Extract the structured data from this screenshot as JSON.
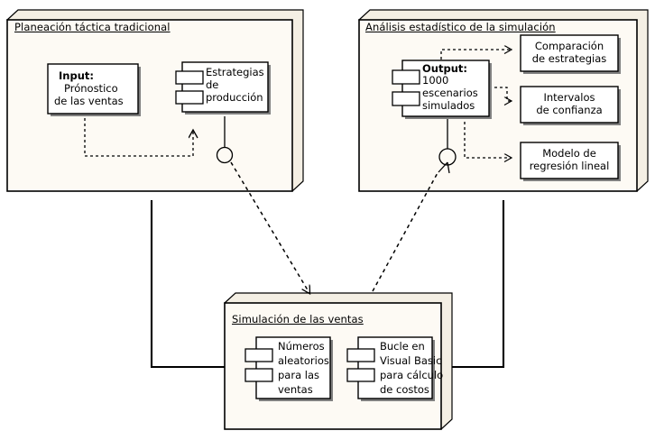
{
  "diagram": {
    "type": "uml-package-component-diagram",
    "background_color": "#ffffff",
    "package_fill": "#fdfaf4",
    "package_side_fill": "#f4efe4",
    "node_fill": "#ffffff",
    "line_color": "#000000",
    "shadow_color": "#808080"
  },
  "packages": [
    {
      "id": "planeacion",
      "name": "Planeación táctica tradicional",
      "nodes": [
        {
          "id": "input-pronostico",
          "kind": "box",
          "lines": [
            "Input:",
            "Prónostico",
            "de las ventas"
          ],
          "bold_first_line": true
        },
        {
          "id": "estrategias-produccion",
          "kind": "component",
          "lines": [
            "Estrategias",
            "de",
            "producción"
          ],
          "bold_first_line": false
        }
      ],
      "interface": {
        "id": "estrategias-lollipop",
        "kind": "lollipop"
      }
    },
    {
      "id": "analisis",
      "name": "Análisis estadístico de la simulación",
      "nodes": [
        {
          "id": "output-escenarios",
          "kind": "component",
          "lines": [
            "Output:",
            "1000",
            "escenarios",
            "simulados"
          ],
          "bold_first_line": true
        },
        {
          "id": "comparacion-estrategias",
          "kind": "box",
          "lines": [
            "Comparación",
            "de estrategias"
          ],
          "bold_first_line": false
        },
        {
          "id": "intervalos-confianza",
          "kind": "box",
          "lines": [
            "Intervalos",
            "de confianza"
          ],
          "bold_first_line": false
        },
        {
          "id": "modelo-regresion",
          "kind": "box",
          "lines": [
            "Modelo de",
            "regresión lineal"
          ],
          "bold_first_line": false
        }
      ],
      "interface": {
        "id": "output-lollipop",
        "kind": "lollipop"
      }
    },
    {
      "id": "simulacion",
      "name": "Simulación de las ventas",
      "nodes": [
        {
          "id": "numeros-aleatorios",
          "kind": "component",
          "lines": [
            "Números",
            "aleatorios",
            "para las",
            "ventas"
          ],
          "bold_first_line": false
        },
        {
          "id": "bucle-visual-basic",
          "kind": "component",
          "lines": [
            "Bucle en",
            "Visual Basic",
            "para cálculo",
            "de costos"
          ],
          "bold_first_line": false
        }
      ]
    }
  ],
  "connectors": [
    {
      "id": "input-to-estrategias",
      "style": "dashed",
      "arrow": "open",
      "from": "input-pronostico",
      "to": "estrategias-produccion"
    },
    {
      "id": "estrategias-to-simulacion",
      "style": "dashed",
      "arrow": "open",
      "from": "estrategias-lollipop",
      "to": "simulacion"
    },
    {
      "id": "simulacion-to-output",
      "style": "dashed",
      "arrow": "open",
      "from": "simulacion",
      "to": "output-lollipop"
    },
    {
      "id": "output-to-comparacion",
      "style": "dashed",
      "arrow": "open",
      "from": "output-escenarios",
      "to": "comparacion-estrategias"
    },
    {
      "id": "output-to-intervalos",
      "style": "dashed",
      "arrow": "open",
      "from": "output-escenarios",
      "to": "intervalos-confianza"
    },
    {
      "id": "output-to-modelo",
      "style": "dashed",
      "arrow": "open",
      "from": "output-escenarios",
      "to": "modelo-regresion"
    },
    {
      "id": "planeacion-to-simulacion-solid",
      "style": "solid",
      "arrow": "none",
      "from": "planeacion",
      "to": "simulacion"
    },
    {
      "id": "analisis-to-simulacion-solid",
      "style": "solid",
      "arrow": "none",
      "from": "analisis",
      "to": "simulacion"
    }
  ]
}
